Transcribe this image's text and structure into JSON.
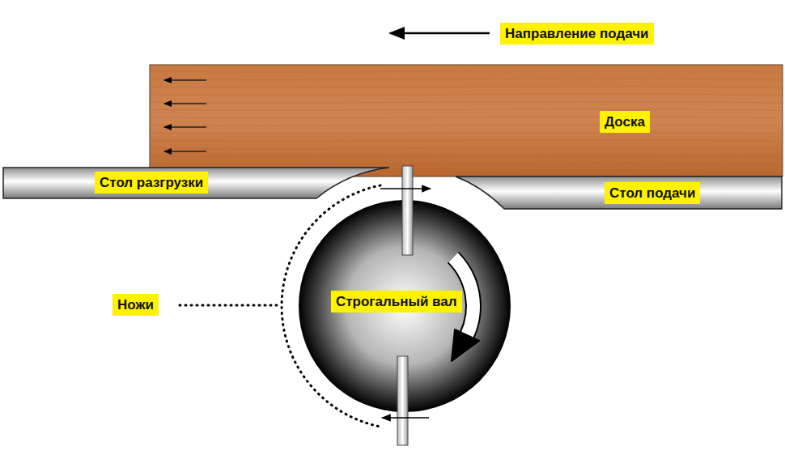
{
  "diagram": {
    "nodes": [
      {
        "text": [
          "Доска"
        ]
      },
      {
        "text": [
          "Стол разгрузки"
        ]
      },
      {
        "text": [
          "Стол подачи"
        ]
      },
      {
        "text": [
          "Строгальный вал"
        ]
      }
    ],
    "labels": [
      "Направление подачи",
      "Ножи"
    ]
  }
}
